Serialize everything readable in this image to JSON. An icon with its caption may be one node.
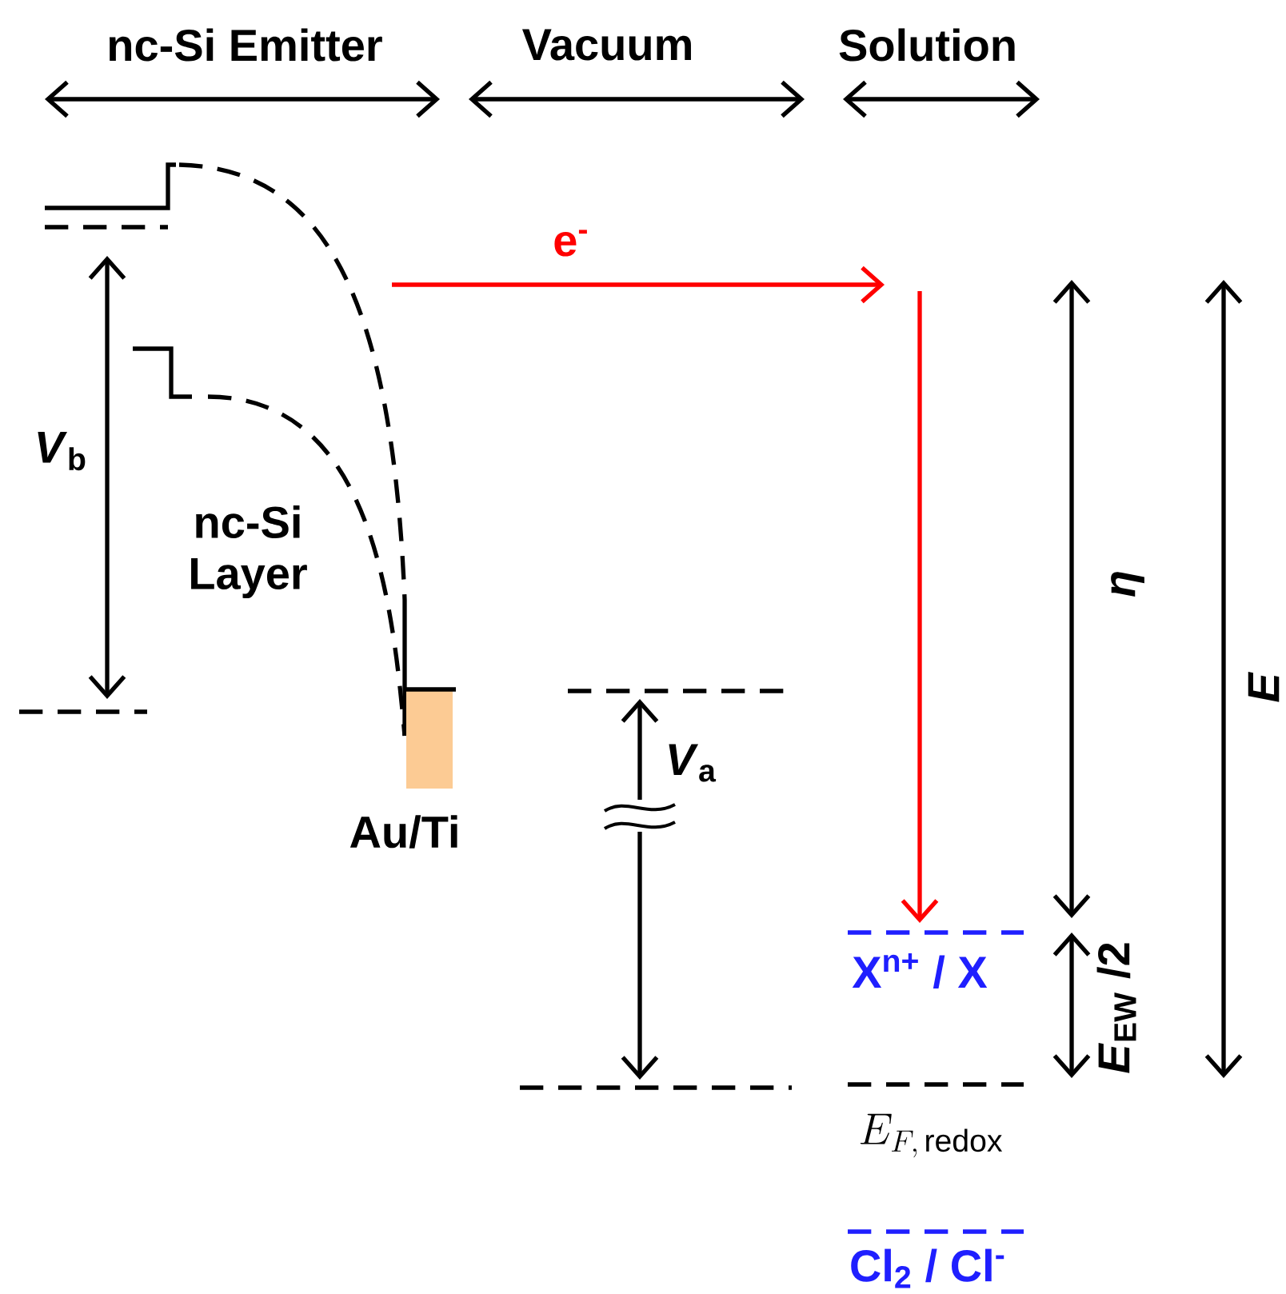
{
  "diagram": {
    "labels": [
      "nc-Si Emitter",
      "Vacuum",
      "Solution",
      "e$^{-}$",
      "*V*$_{b}$",
      "nc-Si Layer",
      "η",
      "*E*",
      "Au/Ti",
      "*V*$_{a}$",
      "X$^{n+}$ / X",
      "*E*$_{EW}$ /2",
      "E_{F,\\,\\mathrm{redox}}",
      "Cl$_{2}$ / Cl$^{-}$"
    ]
  }
}
